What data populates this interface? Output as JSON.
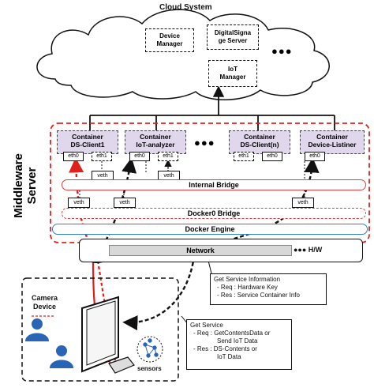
{
  "cloud": {
    "title": "Cloud System",
    "device_manager": [
      "Device",
      "Manager"
    ],
    "digital_signage": [
      "DigitalSigna",
      "ge Server"
    ],
    "iot_manager": [
      "IoT",
      "Manager"
    ],
    "more": "●●●"
  },
  "middleware": {
    "label": [
      "Middleware",
      "Server"
    ],
    "containers": [
      {
        "title": "Container",
        "name": "DS-Client1"
      },
      {
        "title": "Container",
        "name": "IoT-analyzer"
      },
      {
        "title": "Container",
        "name": "DS-Client(n)"
      },
      {
        "title": "Container",
        "name": "Device-Listiner"
      }
    ],
    "more": "●●●",
    "eth0": "eth0",
    "eth1": "eth1",
    "veth": "veth",
    "internal_bridge": "Internal Bridge",
    "docker0_bridge": "Docker0 Bridge",
    "docker_engine": "Docker Engine",
    "network": "Network",
    "hw": "●●● H/W"
  },
  "service_info": {
    "title": "Get Service Information",
    "req": "- Req : Hardware Key",
    "res": "- Res : Service Container Info"
  },
  "get_service": {
    "title": "Get Service",
    "req1": "- Req : GetContentsData or",
    "req2": "Send IoT Data",
    "res1": "- Res : DS-Contents or",
    "res2": "IoT Data"
  },
  "device": {
    "camera": [
      "Camera",
      "Device"
    ],
    "sensors": "sensors"
  },
  "colors": {
    "red_dashed": "#e02020",
    "internal_bridge_border": "#d94040",
    "docker_engine_border": "#2f7fcf",
    "container_fill": "#e0d7ec",
    "network_fill": "#d8d8d8",
    "arrow_red": "#e0201c"
  }
}
